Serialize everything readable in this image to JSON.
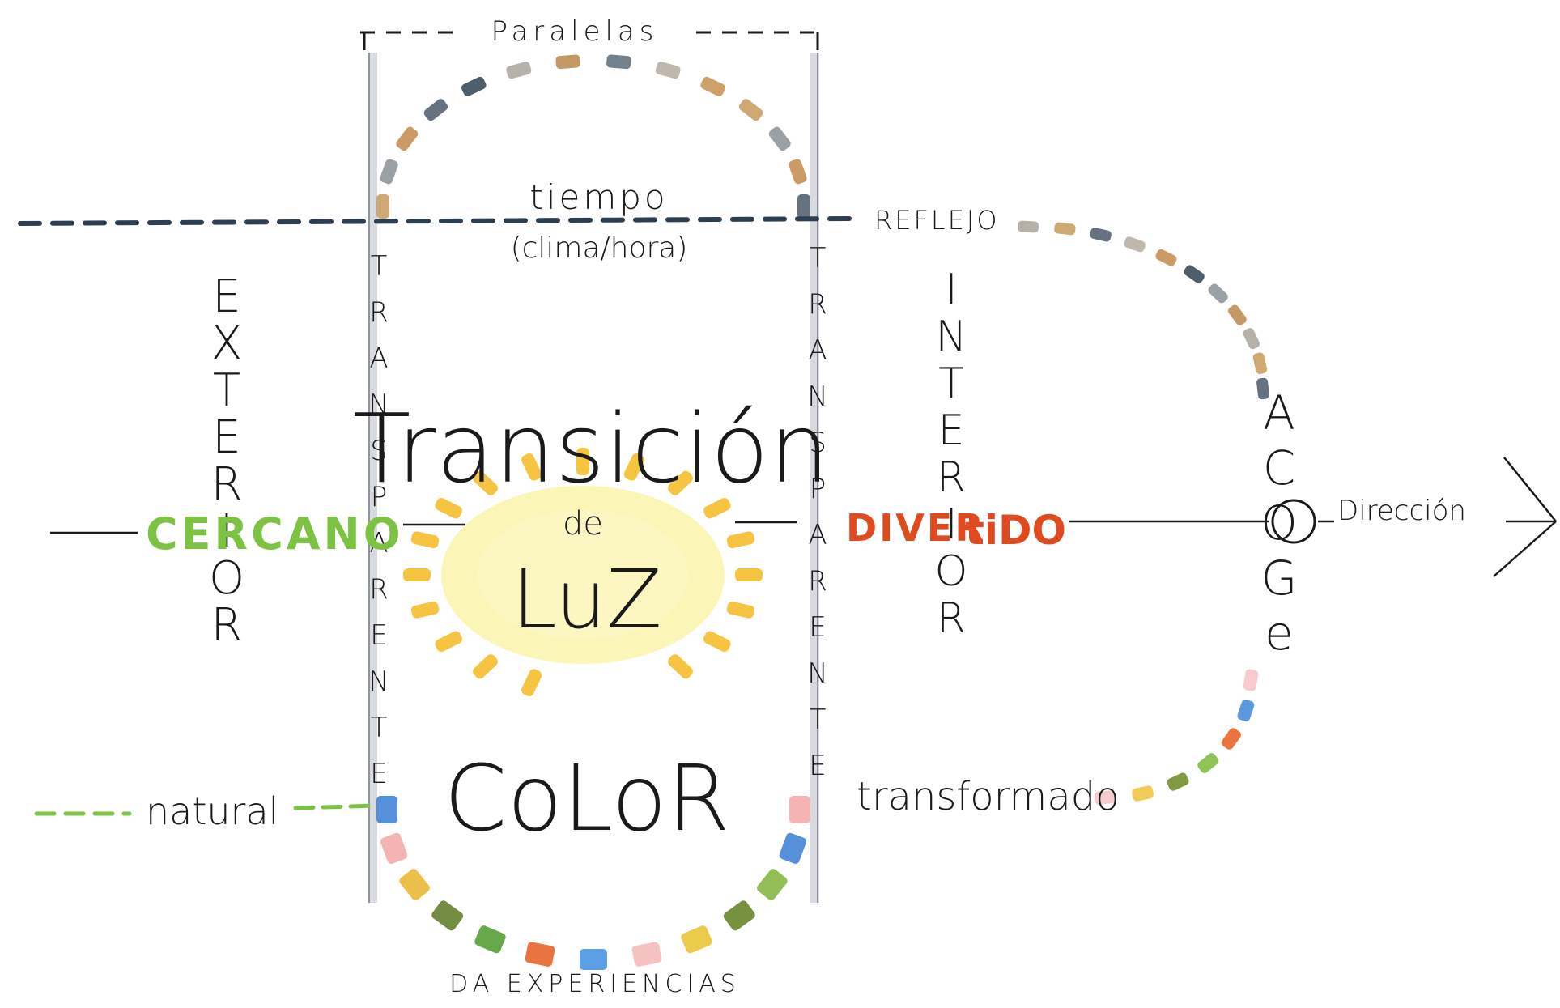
{
  "labels": {
    "paralelas": "Paralelas",
    "tiempo": "tiempo",
    "clima_hora": "(clima/hora)",
    "reflejo": "REFLEJO",
    "exterior": "EXTERIOR",
    "interior": "INTERIOR",
    "transparente_left": "TRANSPARENTE",
    "transparente_right": "TRANSPARENTE",
    "transicion": "Transición",
    "de": "de",
    "luz": "LuZ",
    "color": "CoLoR",
    "cercano": "CERCANO",
    "divertido_1": "DIVER",
    "divertido_2": "tiDO",
    "acoge": "ACOGe",
    "direccion": "Dirección",
    "natural": "natural",
    "transformado": "transformado",
    "da_experiencias": "DA EXPERIENCIAS"
  },
  "colors": {
    "ink": "#1a1a1a",
    "dash_blue": "#2c3e50",
    "green": "#7dc242",
    "red_orange": "#e04a1f",
    "sun_yellow": "#f5c542",
    "sun_glow": "#fbf4b0",
    "pillar_gray": "#b8bcc4"
  }
}
